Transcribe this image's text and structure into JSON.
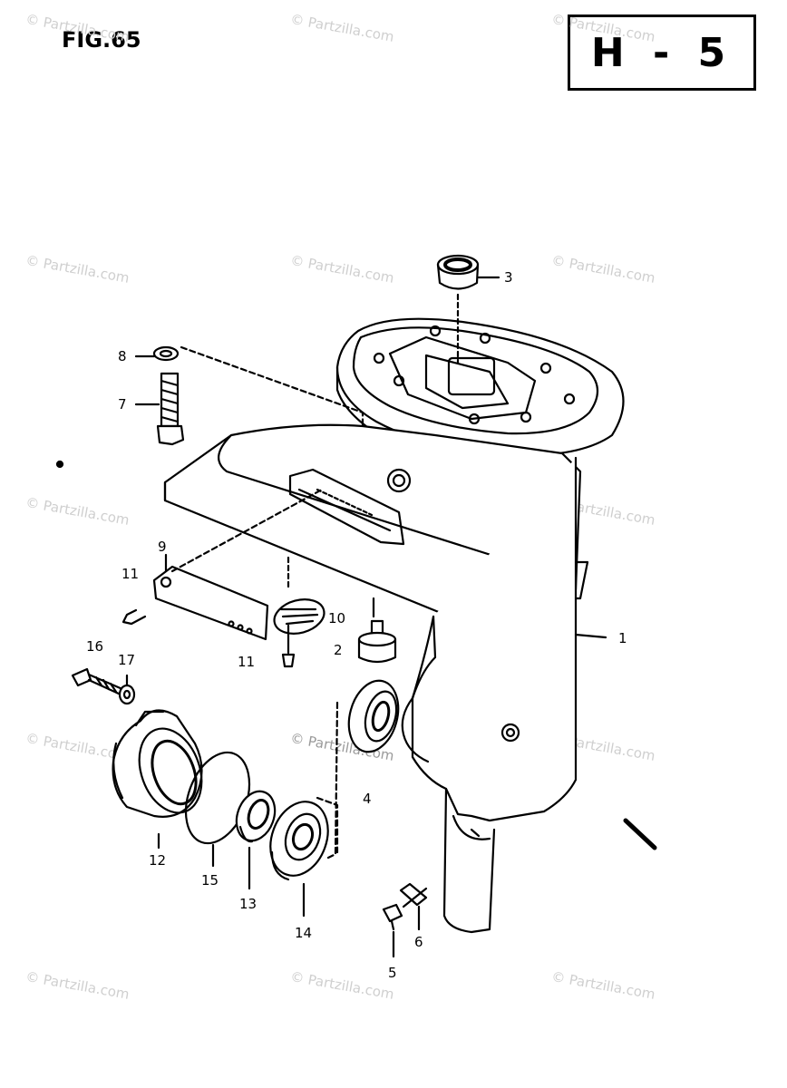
{
  "figure": {
    "label": "FIG.65",
    "section": "H - 5"
  },
  "watermark": "© Partzilla.com",
  "callouts": [
    {
      "key": "p1",
      "text": "1"
    },
    {
      "key": "p2",
      "text": "2"
    },
    {
      "key": "p3",
      "text": "3"
    },
    {
      "key": "p4",
      "text": "4"
    },
    {
      "key": "p5",
      "text": "5"
    },
    {
      "key": "p6",
      "text": "6"
    },
    {
      "key": "p7",
      "text": "7"
    },
    {
      "key": "p8",
      "text": "8"
    },
    {
      "key": "p9",
      "text": "9"
    },
    {
      "key": "p10",
      "text": "10"
    },
    {
      "key": "p11a",
      "text": "11"
    },
    {
      "key": "p11b",
      "text": "11"
    },
    {
      "key": "p12",
      "text": "12"
    },
    {
      "key": "p13",
      "text": "13"
    },
    {
      "key": "p14",
      "text": "14"
    },
    {
      "key": "p15",
      "text": "15"
    },
    {
      "key": "p16",
      "text": "16"
    },
    {
      "key": "p17",
      "text": "17"
    }
  ],
  "colors": {
    "ink": "#000000",
    "paper": "#ffffff",
    "watermark": "#cfcfcf"
  }
}
